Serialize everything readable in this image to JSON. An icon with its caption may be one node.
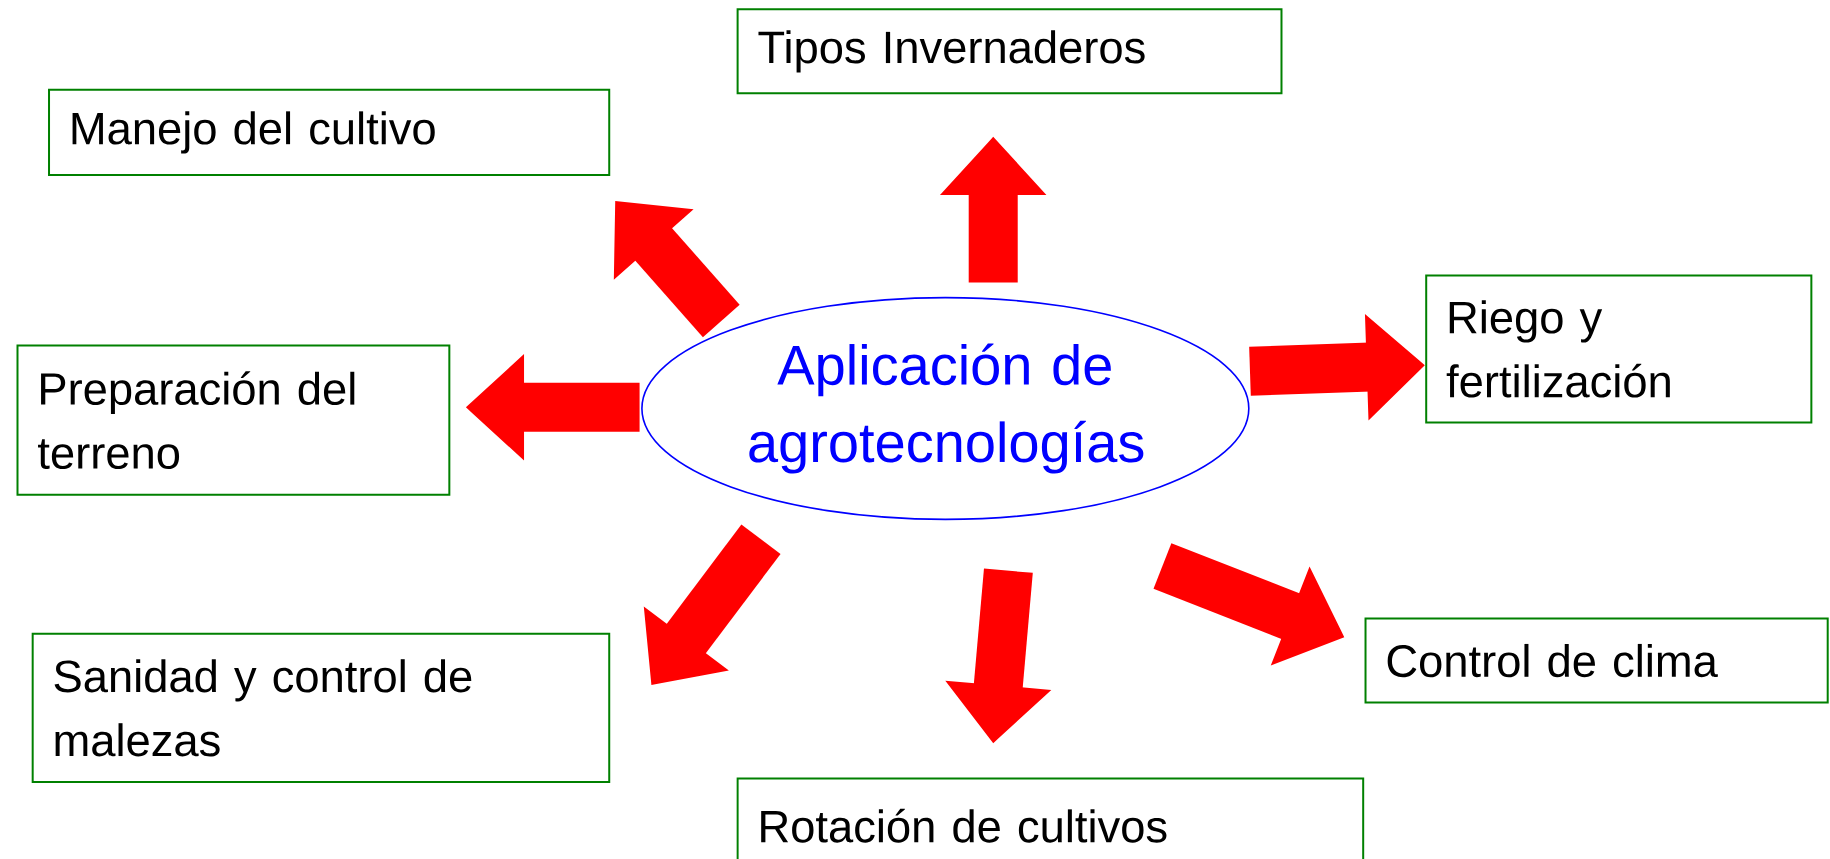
{
  "diagram": {
    "nodes": [
      {
        "text": [
          "Aplicación de agrotecnologías"
        ]
      },
      {
        "text": [
          "Tipos Invernaderos"
        ]
      },
      {
        "text": [
          "Manejo del cultivo"
        ]
      },
      {
        "text": [
          "Riego y fertilización"
        ]
      },
      {
        "text": [
          "Preparación del terreno"
        ]
      },
      {
        "text": [
          "Control de clima"
        ]
      },
      {
        "text": [
          "Sanidad y control de malezas"
        ]
      },
      {
        "text": [
          "Rotación de cultivos"
        ]
      }
    ],
    "edges": [
      {
        "from": 0,
        "to": 1,
        "arrow": "to"
      },
      {
        "from": 0,
        "to": 2,
        "arrow": "to"
      },
      {
        "from": 0,
        "to": 3,
        "arrow": "to"
      },
      {
        "from": 0,
        "to": 4,
        "arrow": "to"
      },
      {
        "from": 0,
        "to": 5,
        "arrow": "to"
      },
      {
        "from": 0,
        "to": 6,
        "arrow": "to"
      },
      {
        "from": 0,
        "to": 7,
        "arrow": "to"
      }
    ]
  }
}
